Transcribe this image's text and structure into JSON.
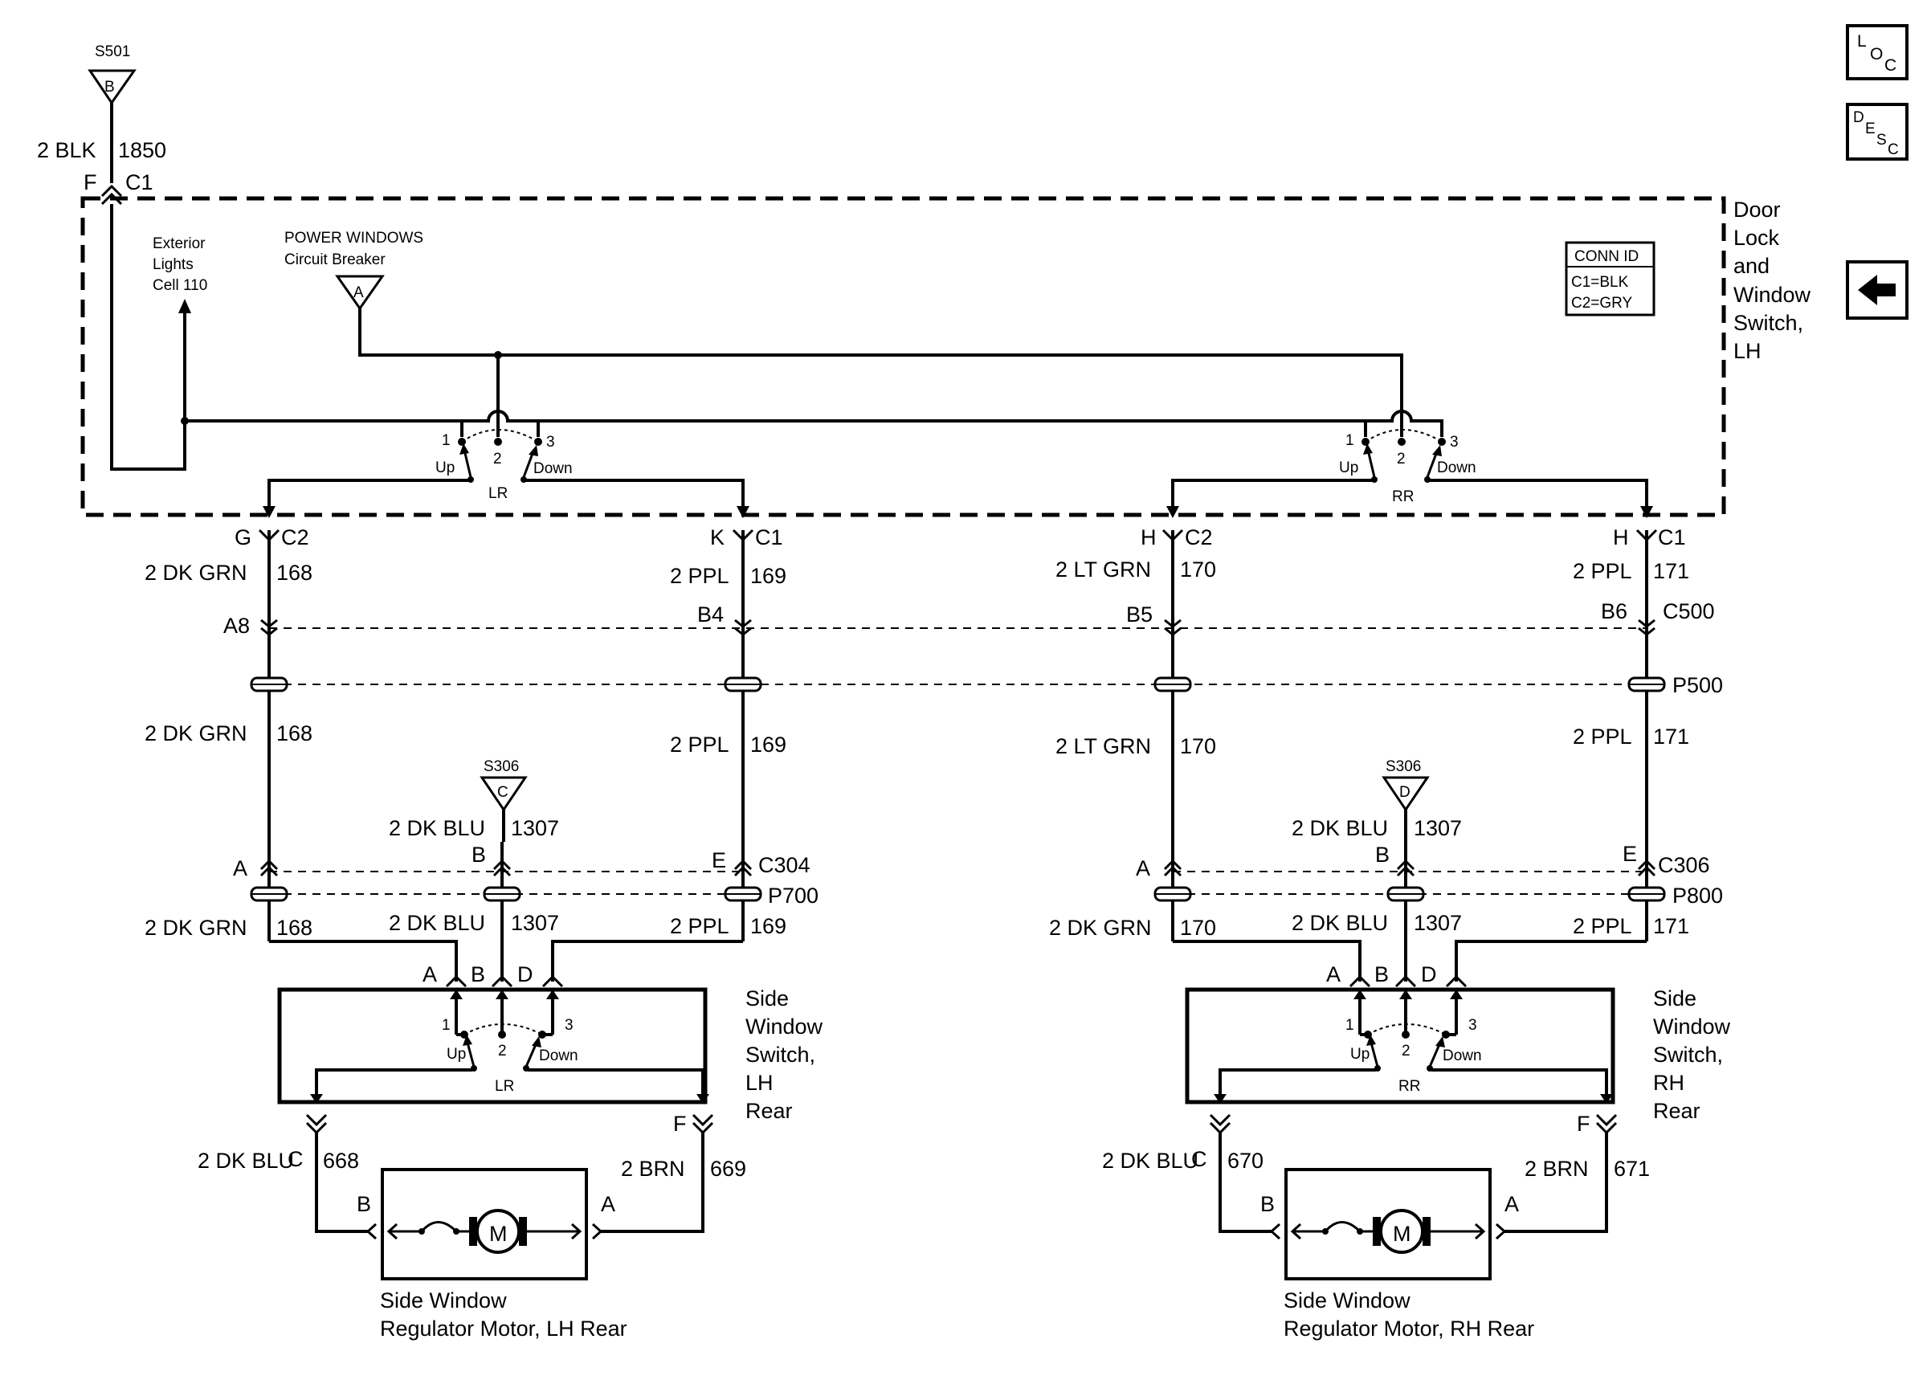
{
  "title": "Door Lock and Window Switch, LH",
  "splice_top": {
    "name": "S501",
    "letter": "B",
    "wire": "2 BLK",
    "circuit": "1850",
    "pin": "F",
    "conn": "C1"
  },
  "lh_module": {
    "lines": [
      "Door",
      "Lock",
      "and",
      "Window",
      "Switch,",
      "LH"
    ],
    "ext": [
      "Exterior",
      "Lights",
      "Cell 110"
    ],
    "pw": [
      "POWER WINDOWS",
      "Circuit Breaker"
    ],
    "pw_letter": "A",
    "conn_id": [
      "CONN ID",
      "C1=BLK",
      "C2=GRY"
    ]
  },
  "switch_labels": {
    "p1": "1",
    "p2": "2",
    "p3": "3",
    "up": "Up",
    "down": "Down",
    "lr": "LR",
    "rr": "RR"
  },
  "columns": [
    {
      "pin": "G",
      "conn": "C2",
      "wire": "2 DK GRN",
      "circuit": "168",
      "c500": "A8",
      "wire2": "2 DK GRN",
      "circuit2": "168",
      "cpin": "A",
      "wire3": "2 DK GRN",
      "circuit3": "168"
    },
    {
      "pin": "K",
      "conn": "C1",
      "wire": "2 PPL",
      "circuit": "169",
      "c500": "B4",
      "wire2": "2 PPL",
      "circuit2": "169",
      "cpin": "E",
      "wire3": "2 PPL",
      "circuit3": "169"
    },
    {
      "pin": "H",
      "conn": "C2",
      "wire": "2 LT GRN",
      "circuit": "170",
      "c500": "B5",
      "wire2": "2 LT GRN",
      "circuit2": "170",
      "cpin": "A",
      "wire3": "2 DK GRN",
      "circuit3": "170"
    },
    {
      "pin": "H",
      "conn": "C1",
      "wire": "2 PPL",
      "circuit": "171",
      "c500": "B6",
      "wire2": "2 PPL",
      "circuit2": "171",
      "cpin": "E",
      "wire3": "2 PPL",
      "circuit3": "171"
    }
  ],
  "connectors": {
    "c500": "C500",
    "p500": "P500",
    "c304": "C304",
    "p700": "P700",
    "c306": "C306",
    "p800": "P800"
  },
  "splices": [
    {
      "name": "S306",
      "letter": "C",
      "pin": "B",
      "wire": "2 DK BLU",
      "circuit": "1307",
      "wire_below": "2 DK BLU",
      "circuit_below": "1307"
    },
    {
      "name": "S306",
      "letter": "D",
      "pin": "B",
      "wire": "2 DK BLU",
      "circuit": "1307",
      "wire_below": "2 DK BLU",
      "circuit_below": "1307"
    }
  ],
  "rear_switches": [
    {
      "pins": [
        "A",
        "B",
        "D"
      ],
      "label": [
        "Side",
        "Window",
        "Switch,",
        "LH",
        "Rear"
      ],
      "code": "LR",
      "out_c": "C",
      "out_f": "F",
      "wire_c": "2 DK BLU",
      "circuit_c": "668",
      "wire_f": "2 BRN",
      "circuit_f": "669",
      "motor_b": "B",
      "motor_a": "A",
      "motor_symbol": "M",
      "motor_label": [
        "Side Window",
        "Regulator Motor, LH Rear"
      ]
    },
    {
      "pins": [
        "A",
        "B",
        "D"
      ],
      "label": [
        "Side",
        "Window",
        "Switch,",
        "RH",
        "Rear"
      ],
      "code": "RR",
      "out_c": "C",
      "out_f": "F",
      "wire_c": "2 DK BLU",
      "circuit_c": "670",
      "wire_f": "2 BRN",
      "circuit_f": "671",
      "motor_b": "B",
      "motor_a": "A",
      "motor_symbol": "M",
      "motor_label": [
        "Side Window",
        "Regulator Motor, RH Rear"
      ]
    }
  ],
  "nav": {
    "loc": [
      "L",
      "O",
      "C"
    ],
    "desc": [
      "D",
      "E",
      "S",
      "C"
    ],
    "back_icon": "left-arrow-icon"
  }
}
